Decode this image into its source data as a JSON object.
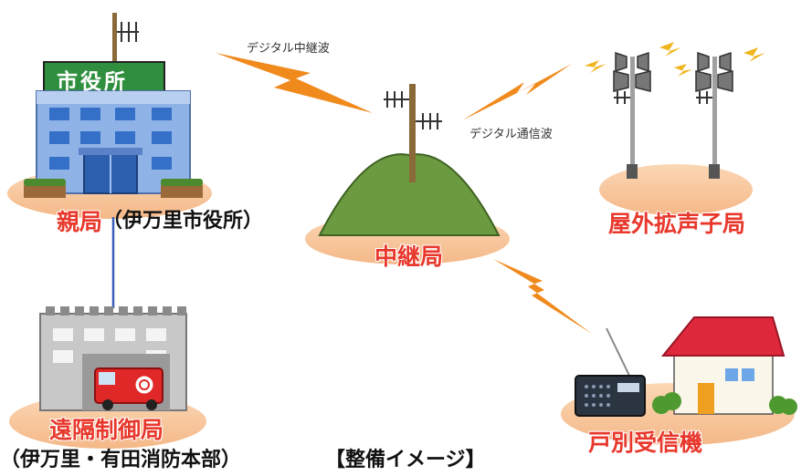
{
  "title": "【整備イメージ】",
  "waves": {
    "relay_wave": "デジタル中継波",
    "comm_wave": "デジタル通信波"
  },
  "nodes": {
    "parent_station": "親局",
    "parent_station_note": "（伊万里市役所）",
    "city_hall_sign": "市役所",
    "relay_station": "中継局",
    "outdoor_speaker": "屋外拡声子局",
    "remote_control": "遠隔制御局",
    "remote_control_note": "（伊万里・有田消防本部）",
    "household_receiver": "戸別受信機"
  },
  "colors": {
    "label_red": "#e8382c",
    "wave_orange": "#f08a1c",
    "pad": "#f7c9a0",
    "hill": "#6b9a40",
    "building_blue": "#6d8fd0",
    "roof_red": "#e0283c"
  }
}
